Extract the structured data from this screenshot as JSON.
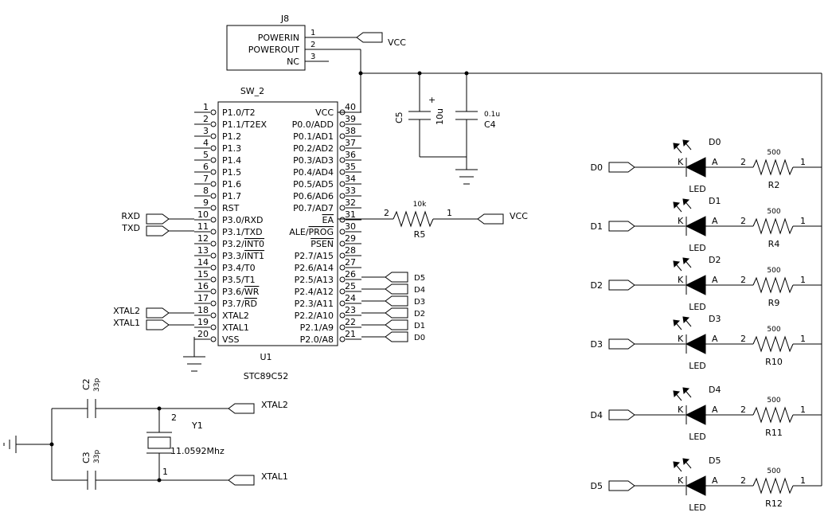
{
  "connector": {
    "ref": "J8",
    "pins": [
      {
        "num": "1",
        "name": "POWERIN"
      },
      {
        "num": "2",
        "name": "POWEROUT"
      },
      {
        "num": "3",
        "name": "NC"
      }
    ]
  },
  "net_labels": {
    "vcc": "VCC",
    "rxd": "RXD",
    "txd": "TXD",
    "xtal2": "XTAL2",
    "xtal1": "XTAL1",
    "d": [
      "D0",
      "D1",
      "D2",
      "D3",
      "D4",
      "D5"
    ]
  },
  "mcu": {
    "switch_label": "SW_2",
    "ref": "U1",
    "part": "STC89C52",
    "left_pins": [
      {
        "num": "1",
        "name": "P1.0/T2"
      },
      {
        "num": "2",
        "name": "P1.1/T2EX"
      },
      {
        "num": "3",
        "name": "P1.2"
      },
      {
        "num": "4",
        "name": "P1.3"
      },
      {
        "num": "5",
        "name": "P1.4"
      },
      {
        "num": "6",
        "name": "P1.5"
      },
      {
        "num": "7",
        "name": "P1.6"
      },
      {
        "num": "8",
        "name": "P1.7"
      },
      {
        "num": "9",
        "name": "RST"
      },
      {
        "num": "10",
        "name": "P3.0/RXD"
      },
      {
        "num": "11",
        "name": "P3.1/TXD"
      },
      {
        "num": "12",
        "name": "P3.2/INT0"
      },
      {
        "num": "13",
        "name": "P3.3/INT1"
      },
      {
        "num": "14",
        "name": "P3.4/T0"
      },
      {
        "num": "15",
        "name": "P3.5/T1"
      },
      {
        "num": "16",
        "name": "P3.6/WR"
      },
      {
        "num": "17",
        "name": "P3.7/RD"
      },
      {
        "num": "18",
        "name": "XTAL2"
      },
      {
        "num": "19",
        "name": "XTAL1"
      },
      {
        "num": "20",
        "name": "VSS"
      }
    ],
    "right_pins": [
      {
        "num": "40",
        "name": "VCC"
      },
      {
        "num": "39",
        "name": "P0.0/ADD"
      },
      {
        "num": "38",
        "name": "P0.1/AD1"
      },
      {
        "num": "37",
        "name": "P0.2/AD2"
      },
      {
        "num": "36",
        "name": "P0.3/AD3"
      },
      {
        "num": "35",
        "name": "P0.4/AD4"
      },
      {
        "num": "34",
        "name": "P0.5/AD5"
      },
      {
        "num": "33",
        "name": "P0.6/AD6"
      },
      {
        "num": "32",
        "name": "P0.7/AD7"
      },
      {
        "num": "31",
        "name": "EA"
      },
      {
        "num": "30",
        "name": "ALE/PROG"
      },
      {
        "num": "29",
        "name": "PSEN"
      },
      {
        "num": "28",
        "name": "P2.7/A15"
      },
      {
        "num": "27",
        "name": "P2.6/A14"
      },
      {
        "num": "26",
        "name": "P2.5/A13"
      },
      {
        "num": "25",
        "name": "P2.4/A12"
      },
      {
        "num": "24",
        "name": "P2.3/A11"
      },
      {
        "num": "23",
        "name": "P2.2/A10"
      },
      {
        "num": "22",
        "name": "P2.1/A9"
      },
      {
        "num": "21",
        "name": "P2.0/A8"
      }
    ],
    "port2_nets": [
      "D5",
      "D4",
      "D3",
      "D2",
      "D1",
      "D0"
    ]
  },
  "pullup": {
    "ref": "R5",
    "value": "10k",
    "pin_a": "2",
    "pin_b": "1"
  },
  "caps": {
    "c5": {
      "ref": "C5",
      "value": "10u",
      "polarity": "+"
    },
    "c4": {
      "ref": "C4",
      "value": "0.1u"
    },
    "c2": {
      "ref": "C2",
      "value": "33p"
    },
    "c3": {
      "ref": "C3",
      "value": "33p"
    }
  },
  "crystal": {
    "ref": "Y1",
    "value": "11.0592Mhz",
    "pin_top": "2",
    "pin_bottom": "1"
  },
  "leds": [
    {
      "net": "D0",
      "led_ref": "D0",
      "r_ref": "R2",
      "r_value": "500"
    },
    {
      "net": "D1",
      "led_ref": "D1",
      "r_ref": "R4",
      "r_value": "500"
    },
    {
      "net": "D2",
      "led_ref": "D2",
      "r_ref": "R9",
      "r_value": "500"
    },
    {
      "net": "D3",
      "led_ref": "D3",
      "r_ref": "R10",
      "r_value": "500"
    },
    {
      "net": "D4",
      "led_ref": "D4",
      "r_ref": "R11",
      "r_value": "500"
    },
    {
      "net": "D5",
      "led_ref": "D5",
      "r_ref": "R12",
      "r_value": "500"
    }
  ],
  "led_common": {
    "type": "LED",
    "k": "K",
    "a": "A",
    "r_pin_a": "2",
    "r_pin_b": "1"
  }
}
